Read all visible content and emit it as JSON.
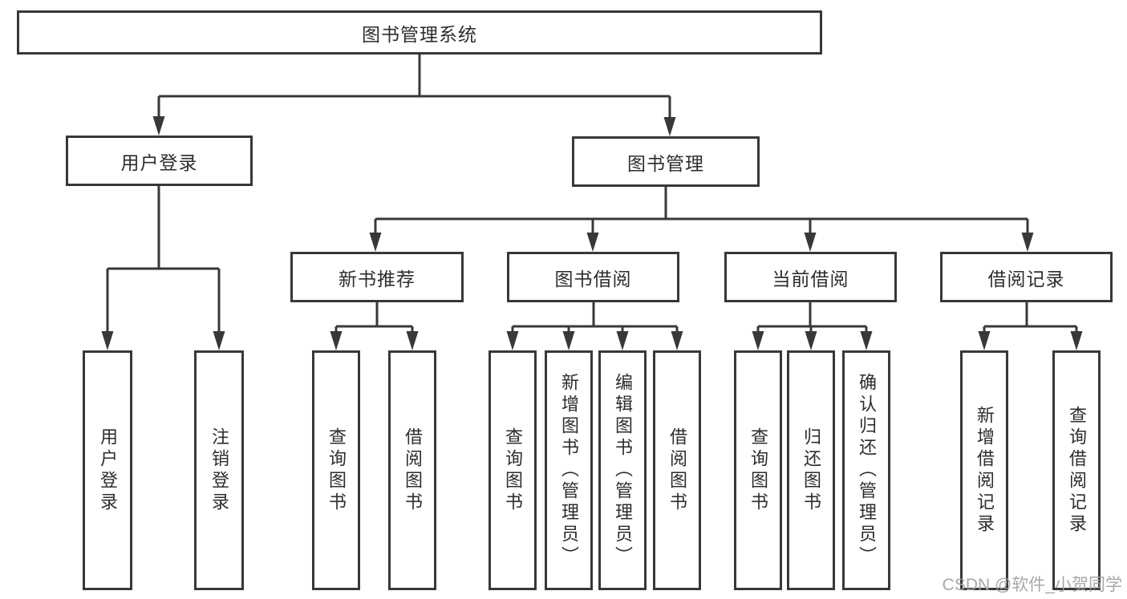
{
  "diagram": {
    "root": {
      "label": "图书管理系统"
    },
    "level2": {
      "user_login": {
        "label": "用户登录"
      },
      "book_mgmt": {
        "label": "图书管理"
      }
    },
    "level3": {
      "new_book_rec": {
        "label": "新书推荐"
      },
      "book_borrow": {
        "label": "图书借阅"
      },
      "current_borrow": {
        "label": "当前借阅"
      },
      "borrow_records": {
        "label": "借阅记录"
      }
    },
    "leaves": {
      "user_login": {
        "label": "用户登录"
      },
      "logout": {
        "label": "注销登录"
      },
      "rec_query_books": {
        "label": "查询图书"
      },
      "rec_borrow_books": {
        "label": "借阅图书"
      },
      "bor_query_books": {
        "label": "查询图书"
      },
      "bor_add_books": {
        "label": "新增图书（管理员）"
      },
      "bor_edit_books": {
        "label": "编辑图书（管理员）"
      },
      "bor_borrow_books": {
        "label": "借阅图书"
      },
      "cur_query_books": {
        "label": "查询图书"
      },
      "cur_return_books": {
        "label": "归还图书"
      },
      "cur_confirm_return": {
        "label": "确认归还（管理员）"
      },
      "hist_add_record": {
        "label": "新增借阅记录"
      },
      "hist_query_record": {
        "label": "查询借阅记录"
      }
    },
    "watermark": "CSDN @软件_小贺同学",
    "colors": {
      "line": "#383838",
      "text": "#2d2d2d",
      "box_background": "#ffffff",
      "watermark": "#9f9f9f"
    }
  }
}
